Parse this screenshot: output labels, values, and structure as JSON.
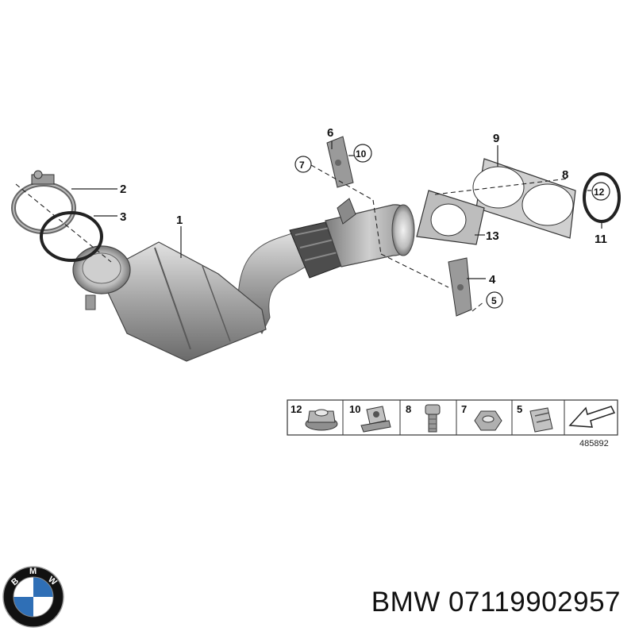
{
  "diagram": {
    "callouts": {
      "c1": "1",
      "c2": "2",
      "c3": "3",
      "c4": "4",
      "c5": "5",
      "c6": "6",
      "c7": "7",
      "c8": "8",
      "c9": "9",
      "c10": "10",
      "c11": "11",
      "c12": "12",
      "c13": "13"
    },
    "legend": {
      "items": [
        {
          "num": "12",
          "part": "flange-nut"
        },
        {
          "num": "10",
          "part": "clip-nut"
        },
        {
          "num": "8",
          "part": "hex-socket-bolt"
        },
        {
          "num": "7",
          "part": "hex-nut"
        },
        {
          "num": "5",
          "part": "spring-clip"
        }
      ],
      "arrow_icon": "direction-arrow-icon"
    },
    "reference_number": "485892"
  },
  "brand": {
    "logo": "bmw-roundel-logo",
    "logo_text": "BMW",
    "title": "BMW 07119902957"
  },
  "colors": {
    "metal": "#a8a8a8",
    "metal_dark": "#6e6e6e",
    "metal_light": "#d9d9d9",
    "logo_blue": "#2f6fb6",
    "logo_ring": "#111111"
  }
}
